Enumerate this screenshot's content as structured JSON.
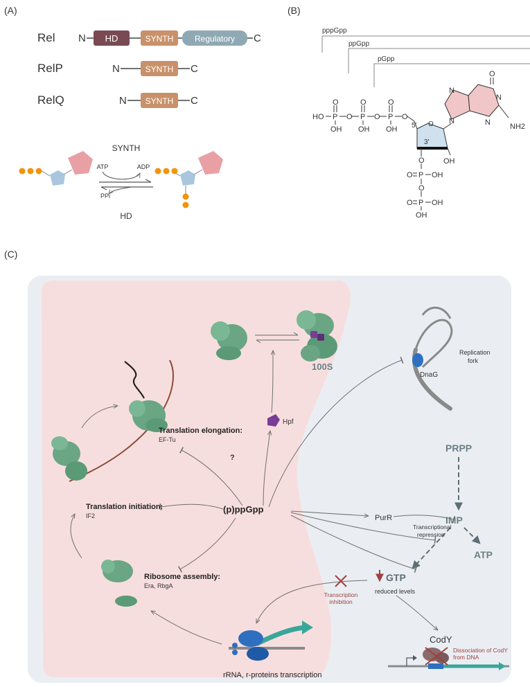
{
  "panels": {
    "a": "(A)",
    "b": "(B)",
    "c": "(C)"
  },
  "colors": {
    "hd": "#7a4a52",
    "synth": "#c8916a",
    "regulatory": "#8fa9b4",
    "ribosome": "#6aa584",
    "ribosome_dark": "#4f8c6a",
    "guanine": "#e8a0a5",
    "sugar": "#a9c6de",
    "phosphate": "#f0950e",
    "bg_pink": "#f7dede",
    "bg_gray": "#eaeef2",
    "arrow_gray": "#707070",
    "dna_gray": "#8a8a8a",
    "mrna": "#8a4a3a",
    "red_accent": "#a04040",
    "hpf": "#7a3c96",
    "rnap": "#2f6fbf",
    "teal": "#3aa69a"
  },
  "panel_a": {
    "proteins": [
      {
        "name": "Rel",
        "n": "N",
        "c": "C",
        "domains": [
          "HD",
          "SYNTH",
          "Regulatory"
        ]
      },
      {
        "name": "RelP",
        "n": "N",
        "c": "C",
        "domains": [
          "SYNTH"
        ]
      },
      {
        "name": "RelQ",
        "n": "N",
        "c": "C",
        "domains": [
          "SYNTH"
        ]
      }
    ],
    "reaction": {
      "top": "SYNTH",
      "bottom": "HD",
      "atp": "ATP",
      "adp": "ADP",
      "ppi": "PPi"
    }
  },
  "panel_b": {
    "brackets": [
      "pppGpp",
      "ppGpp",
      "pGpp"
    ],
    "prime5": "5'",
    "prime3": "3'",
    "atoms": {
      "ho": "HO",
      "p": "P",
      "o": "O",
      "oh": "OH",
      "n": "N",
      "nh2": "NH2"
    }
  },
  "panel_c": {
    "center": "(p)ppGpp",
    "hundred_s": "100S",
    "hpf": "Hpf",
    "question": "?",
    "dnag": "DnaG",
    "replication_fork": [
      "Replication",
      "fork"
    ],
    "elongation": {
      "title": "Translation elongation:",
      "sub": "EF-Tu"
    },
    "initiation": {
      "title": "Translation initiation:",
      "sub": "IF2"
    },
    "assembly": {
      "title": "Ribosome assembly:",
      "sub": "Era, RbgA"
    },
    "rrna": "rRNA, r-proteins transcription",
    "transcription_inhibition": [
      "Transcription",
      "inhibition"
    ],
    "purr": "PurR",
    "transcriptional_repression": [
      "Transcriptional",
      "repression"
    ],
    "prpp": "PRPP",
    "imp": "IMP",
    "atp": "ATP",
    "gtp": "GTP",
    "reduced_levels": "reduced levels",
    "cody": "CodY",
    "dissociation": [
      "Dissociation of CodY",
      "from DNA"
    ]
  }
}
